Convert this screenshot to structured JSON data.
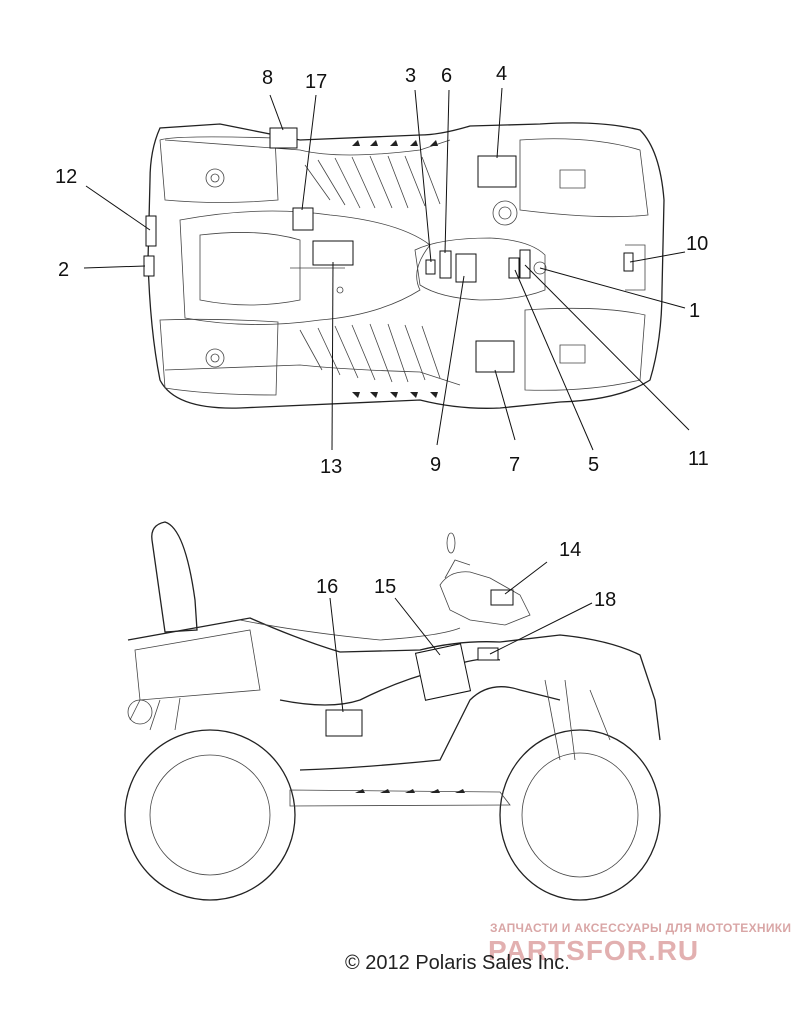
{
  "callouts": [
    "1",
    "2",
    "3",
    "4",
    "5",
    "6",
    "7",
    "8",
    "9",
    "10",
    "11",
    "12",
    "13",
    "14",
    "15",
    "16",
    "17",
    "18"
  ],
  "footer": {
    "copyright": "© 2012 Polaris Sales Inc."
  },
  "watermark": {
    "tagline": "ЗАПЧАСТИ И АКСЕССУАРЫ ДЛЯ МОТОТЕХНИКИ",
    "logo": "PARTSFOR.RU"
  },
  "colors": {
    "line": "#111111",
    "watermark": "#d9a6a6"
  }
}
